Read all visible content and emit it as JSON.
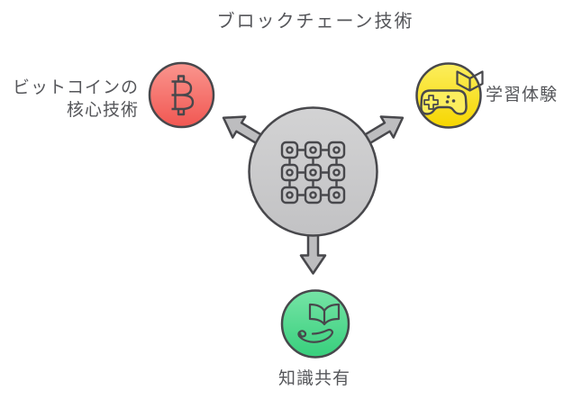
{
  "diagram": {
    "title": "ブロックチェーン技術",
    "center_node": {
      "icon": "blockchain-network-grid-icon",
      "fill_color": "#cbcbcb",
      "outline_color": "#48484c"
    },
    "arrow_color": "#bdbdbf",
    "text_color": "#55565a",
    "branches": [
      {
        "id": "bitcoin-core-tech",
        "position": "left",
        "label": "ビットコインの\n核心技術",
        "icon": "bitcoin-icon",
        "accent_color": "#f4665f"
      },
      {
        "id": "learning-experience",
        "position": "right",
        "label": "学習体験",
        "icon": "gamepad-and-book-icon",
        "accent_color": "#f8dc0c"
      },
      {
        "id": "knowledge-sharing",
        "position": "bottom",
        "label": "知識共有",
        "icon": "open-book-in-hand-icon",
        "accent_color": "#45d287"
      }
    ]
  }
}
